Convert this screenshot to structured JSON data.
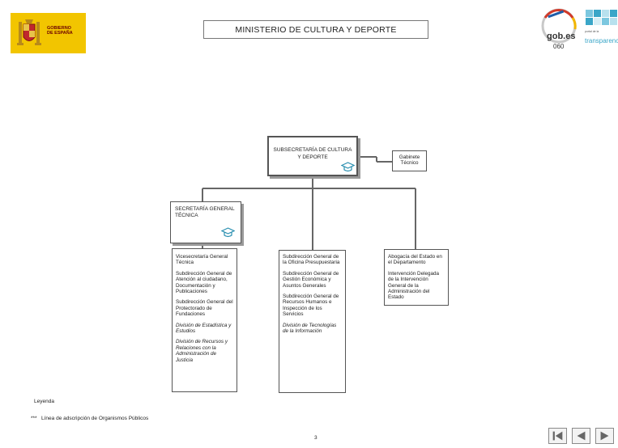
{
  "header": {
    "gov_line1": "GOBIERNO",
    "gov_line2": "DE ESPAÑA",
    "title": "MINISTERIO DE CULTURA Y DEPORTE",
    "gobes_text": "gob.es",
    "gobes_number": "060",
    "transparency_text": "transparencia",
    "transparency_sub": "portal de la"
  },
  "org": {
    "subsecretaria": "SUBSECRETARÍA DE CULTURA Y DEPORTE",
    "gabinete": "Gabinete Técnico",
    "secretaria": "SECRETARÍA GENERAL TÉCNICA",
    "col1": [
      {
        "text": "Vicesecretaría General Técnica",
        "italic": false
      },
      {
        "text": "Subdirección General de Atención al ciudadano, Documentación y Publicaciones",
        "italic": false
      },
      {
        "text": "Subdirección General del Protectorado de Fundaciones",
        "italic": false
      },
      {
        "text": "División de Estadística y Estudios",
        "italic": true
      },
      {
        "text": "División de Recursos y Relaciones con la Administración de Justicia",
        "italic": true
      }
    ],
    "col2": [
      {
        "text": "Subdirección General de la Oficina Presupuestaria",
        "italic": false
      },
      {
        "text": "Subdirección General de Gestión Económica y Asuntos Generales",
        "italic": false
      },
      {
        "text": "Subdirección General de Recursos Humanos e Inspección de los Servicios",
        "italic": false
      },
      {
        "text": "División de Tecnologías de la Información",
        "italic": true
      }
    ],
    "col3": [
      {
        "text": "Abogacía del Estado en el Departamento",
        "italic": false
      },
      {
        "text": "Intervención Delegada de la Intervención General de la Administración del Estado",
        "italic": false
      }
    ]
  },
  "legend": {
    "title": "Leyenda",
    "marker": "***",
    "line": "Línea de adscripción de Organismos Públicos"
  },
  "footer": {
    "page_number": "3"
  },
  "icons": {
    "crest": "coat-of-arms-icon",
    "mortarboard": "mortarboard-icon",
    "first": "first-page-icon",
    "prev": "previous-page-icon",
    "next": "next-page-icon"
  }
}
